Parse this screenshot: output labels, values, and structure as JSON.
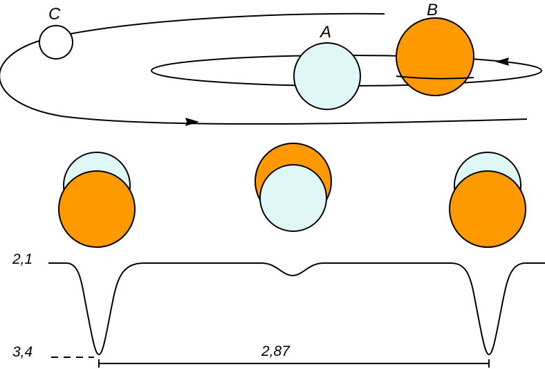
{
  "stars": {
    "A": {
      "label": "A",
      "fill": "#e0f7f7"
    },
    "B": {
      "label": "B",
      "fill": "#ff9900"
    },
    "C": {
      "label": "C",
      "fill": "#ffffff"
    }
  },
  "light_curve": {
    "top_value": "2,1",
    "bottom_value": "3,4",
    "period": "2,87"
  },
  "colors": {
    "outline": "#000000",
    "background": "#ffffff"
  }
}
